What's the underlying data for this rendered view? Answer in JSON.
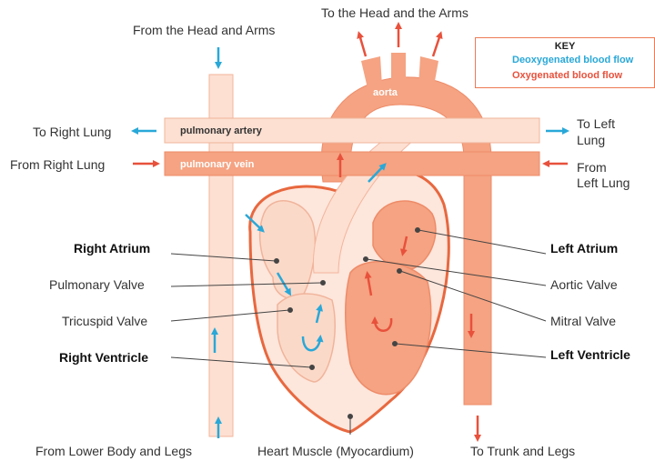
{
  "key": {
    "title": "KEY",
    "deoxygenated": "Deoxygenated blood flow",
    "oxygenated": "Oxygenated blood flow",
    "colors": {
      "deoxygenated": "#29a8d8",
      "oxygenated": "#e8513c"
    }
  },
  "vessels": {
    "aorta": "aorta",
    "pulmonary_artery": "pulmonary artery",
    "pulmonary_vein": "pulmonary vein"
  },
  "labels": {
    "from_head_arms": "From the Head and Arms",
    "to_head_arms": "To the Head and the Arms",
    "to_right_lung": "To Right Lung",
    "from_right_lung": "From Right Lung",
    "to_left_lung_1": "To Left",
    "to_left_lung_2": "Lung",
    "from_left_lung_1": "From",
    "from_left_lung_2": "Left Lung",
    "right_atrium": "Right Atrium",
    "pulmonary_valve": "Pulmonary Valve",
    "tricuspid_valve": "Tricuspid Valve",
    "right_ventricle": "Right Ventricle",
    "left_atrium": "Left Atrium",
    "aortic_valve": "Aortic Valve",
    "mitral_valve": "Mitral Valve",
    "left_ventricle": "Left Ventricle",
    "from_lower_body": "From Lower Body and Legs",
    "heart_muscle": "Heart Muscle (Myocardium)",
    "to_trunk_legs": "To Trunk and Legs"
  }
}
